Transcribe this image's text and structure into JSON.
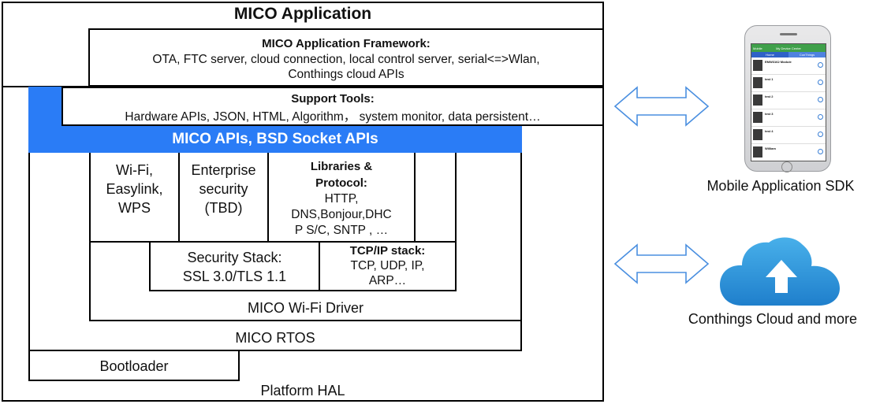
{
  "diagram": {
    "app": {
      "title": "MICO Application"
    },
    "framework": {
      "title": "MICO Application Framework:",
      "line1": "OTA, FTC server, cloud connection, local control server, serial<=>Wlan,",
      "line2": "Conthings cloud APIs"
    },
    "support": {
      "title": "Support Tools:",
      "line1": "Hardware APIs, JSON, HTML, Algorithm， system monitor, data persistent…"
    },
    "apis": {
      "label": "MICO APIs, BSD Socket APIs"
    },
    "wifi": {
      "line1": "Wi-Fi,",
      "line2": "Easylink,",
      "line3": "WPS"
    },
    "enterprise": {
      "line1": "Enterprise",
      "line2": "security",
      "line3": "(TBD)"
    },
    "libraries": {
      "title1": "Libraries &",
      "title2": "Protocol:",
      "line1": "HTTP,",
      "line2": "DNS,Bonjour,DHC",
      "line3": "P S/C, SNTP , …"
    },
    "security": {
      "line1": "Security Stack:",
      "line2": "SSL 3.0/TLS 1.1"
    },
    "tcpip": {
      "title": "TCP/IP stack:",
      "line1": "TCP, UDP, IP,",
      "line2": "ARP…"
    },
    "driver": {
      "label": "MICO Wi-Fi Driver"
    },
    "rtos": {
      "label": "MICO RTOS"
    },
    "bootloader": {
      "label": "Bootloader"
    },
    "hal": {
      "label": "Platform HAL"
    }
  },
  "side": {
    "mobile": {
      "caption": "Mobile Application SDK",
      "screen": {
        "status": "Mobile",
        "header": "My Device Center",
        "tab1": "Home",
        "tab2": "ConThings",
        "items": [
          "EMW3162 Module",
          "test 1",
          "test 2",
          "test 3",
          "test 4",
          "William"
        ]
      }
    },
    "cloud": {
      "caption": "Conthings Cloud and more"
    }
  },
  "colors": {
    "apis_blue": "#2a7cf6",
    "arrow_blue": "#4a8fe0",
    "cloud_light": "#48b0ea",
    "cloud_dark": "#1f7fcc"
  }
}
